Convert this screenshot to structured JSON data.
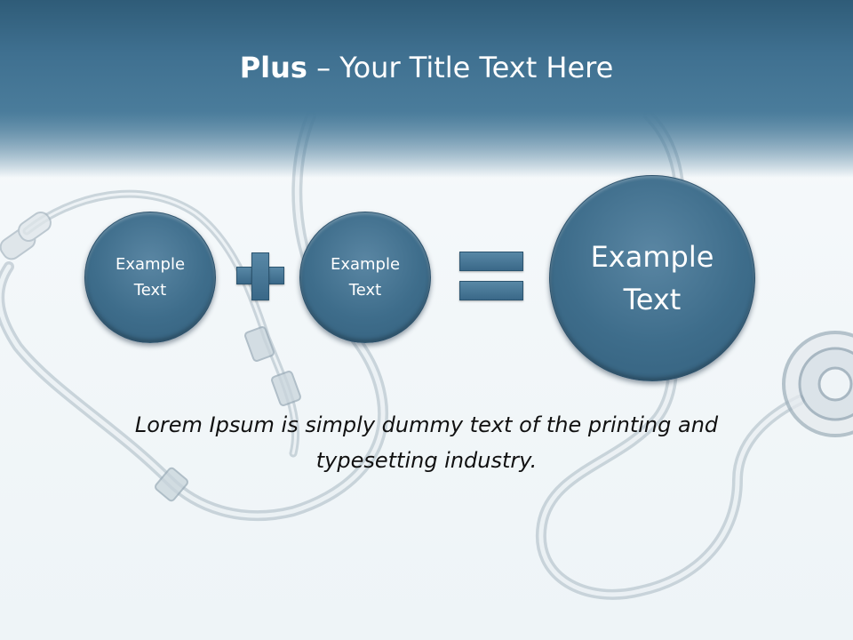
{
  "slide": {
    "title_bold": "Plus",
    "title_rest": " – Your Title Text Here"
  },
  "diagram": {
    "operand_1": "Example\nText",
    "operator_1_icon": "plus-icon",
    "operand_2": "Example\nText",
    "operator_2_icon": "equals-icon",
    "result": "Example\nText"
  },
  "caption": {
    "text": "Lorem Ipsum is simply dummy text of the printing and typesetting industry."
  },
  "colors": {
    "header": "#3f7090",
    "circle": "#3e6d8b",
    "text_dark": "#111111"
  }
}
